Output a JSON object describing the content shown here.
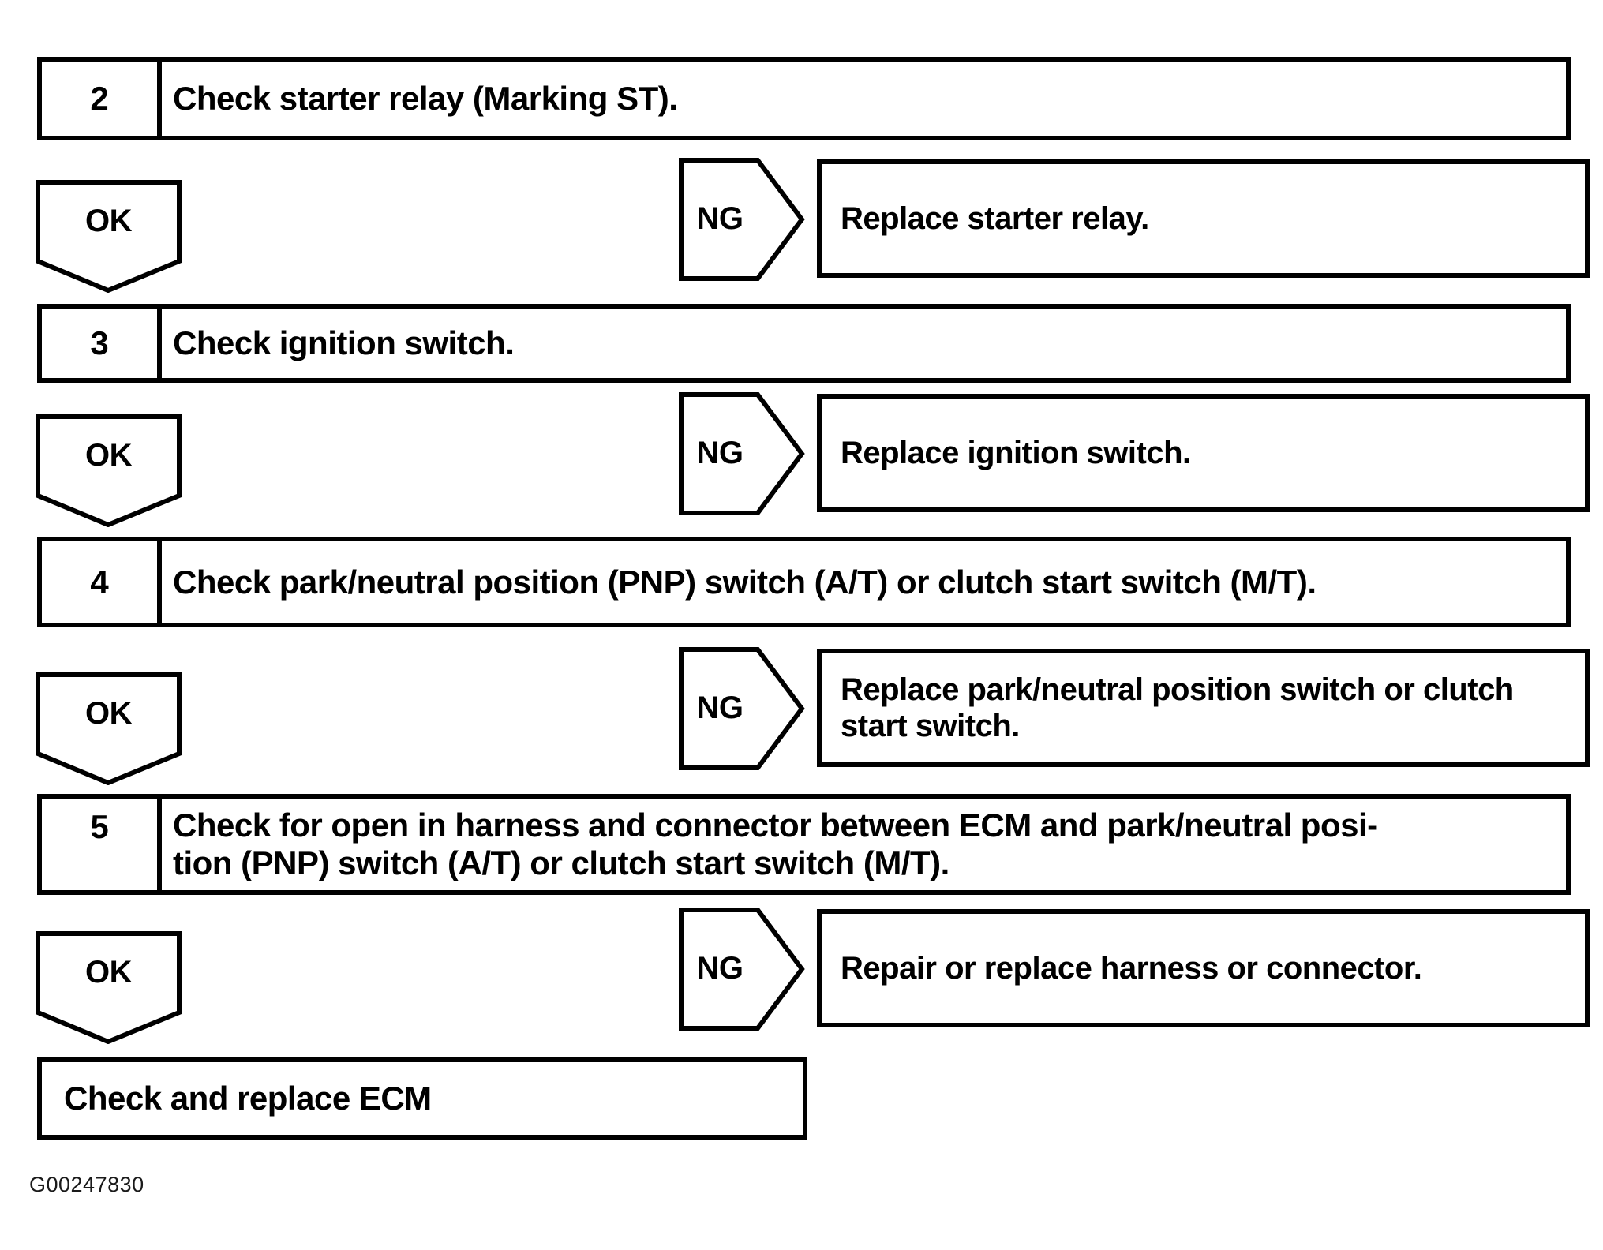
{
  "figure_id": "G00247830",
  "labels": {
    "ok": "OK",
    "ng": "NG"
  },
  "colors": {
    "ink": "#000000",
    "paper": "#ffffff"
  },
  "steps": [
    {
      "number": "2",
      "lines": [
        "Check starter relay (Marking ST)."
      ]
    },
    {
      "number": "3",
      "lines": [
        "Check ignition switch."
      ]
    },
    {
      "number": "4",
      "lines": [
        "Check park/neutral position (PNP) switch (A/T) or clutch start switch (M/T)."
      ]
    },
    {
      "number": "5",
      "lines": [
        "Check for open in harness and connector between ECM and park/neutral posi-",
        "tion (PNP) switch (A/T) or clutch start switch (M/T)."
      ]
    }
  ],
  "ng_actions": [
    {
      "lines": [
        "Replace starter relay."
      ]
    },
    {
      "lines": [
        "Replace ignition switch."
      ]
    },
    {
      "lines": [
        "Replace park/neutral position switch or clutch",
        "start switch."
      ]
    },
    {
      "lines": [
        "Repair or replace harness or connector."
      ]
    }
  ],
  "final_action": "Check and replace ECM"
}
